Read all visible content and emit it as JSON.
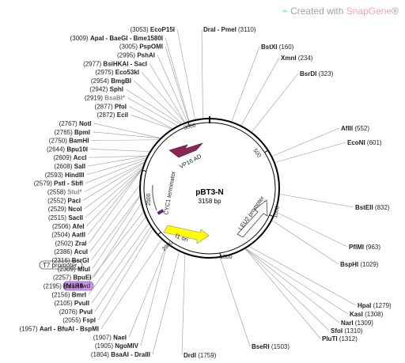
{
  "watermark": {
    "text": "Created with ",
    "brand": "SnapGene",
    "mark": "®"
  },
  "plasmid": {
    "name": "pBT3-N",
    "size": "3158 bp"
  },
  "ticks": [
    "500",
    "1000",
    "1500",
    "2000",
    "2500",
    "3000"
  ],
  "features": {
    "vp16": "VP16 AD",
    "cyc1": "CYC1 terminator",
    "f1": "f1 ori",
    "leu2": "LEU2 promoter"
  },
  "primers": {
    "t7": "T7 promoter",
    "m13": "M13 fwd"
  },
  "colors": {
    "vp16": "#8b2557",
    "f1": "#ffff00",
    "m13": "#c99ae6",
    "purple_box": "#5a2a82"
  },
  "sites_left": [
    {
      "pos": "(3053)",
      "name": "EcoP15I",
      "gray": false
    },
    {
      "pos": "(3009)",
      "name": "ApaI - BaeGI - Bme1580I",
      "gray": false
    },
    {
      "pos": "(3005)",
      "name": "PspOMI",
      "gray": false
    },
    {
      "pos": "(2995)",
      "name": "PshAI",
      "gray": false
    },
    {
      "pos": "(2977)",
      "name": "BsiHKAI - SacI",
      "gray": false
    },
    {
      "pos": "(2975)",
      "name": "Eco53kI",
      "gray": false
    },
    {
      "pos": "(2954)",
      "name": "BmgBI",
      "gray": false
    },
    {
      "pos": "(2942)",
      "name": "SphI",
      "gray": false
    },
    {
      "pos": "(2919)",
      "name": "BsaBI*",
      "gray": true
    },
    {
      "pos": "(2877)",
      "name": "PfoI",
      "gray": false
    },
    {
      "pos": "(2872)",
      "name": "EciI",
      "gray": false
    },
    {
      "pos": "(2767)",
      "name": "NotI",
      "gray": false
    },
    {
      "pos": "(2765)",
      "name": "BpmI",
      "gray": false
    },
    {
      "pos": "(2750)",
      "name": "BamHI",
      "gray": false
    },
    {
      "pos": "(2644)",
      "name": "Bpu10I",
      "gray": false
    },
    {
      "pos": "(2609)",
      "name": "AccI",
      "gray": false
    },
    {
      "pos": "(2608)",
      "name": "SalI",
      "gray": false
    },
    {
      "pos": "(2593)",
      "name": "HindIII",
      "gray": false
    },
    {
      "pos": "(2579)",
      "name": "PstI - SbfI",
      "gray": false
    },
    {
      "pos": "(2558)",
      "name": "StuI*",
      "gray": true
    },
    {
      "pos": "(2552)",
      "name": "PacI",
      "gray": false
    },
    {
      "pos": "(2529)",
      "name": "NcoI",
      "gray": false
    },
    {
      "pos": "(2515)",
      "name": "SacII",
      "gray": false
    },
    {
      "pos": "(2506)",
      "name": "AfeI",
      "gray": false
    },
    {
      "pos": "(2504)",
      "name": "AatII",
      "gray": false
    },
    {
      "pos": "(2502)",
      "name": "ZraI",
      "gray": false
    },
    {
      "pos": "(2386)",
      "name": "AcuI",
      "gray": false
    },
    {
      "pos": "(2316)",
      "name": "BsrGI",
      "gray": false
    },
    {
      "pos": "(2309)",
      "name": "MluI",
      "gray": false
    },
    {
      "pos": "(2257)",
      "name": "BpuEI",
      "gray": false
    },
    {
      "pos": "(2195)",
      "name": "BssHII",
      "gray": false
    },
    {
      "pos": "(2156)",
      "name": "BmrI",
      "gray": false
    },
    {
      "pos": "(2105)",
      "name": "PvuII",
      "gray": false
    },
    {
      "pos": "(2076)",
      "name": "PvuI",
      "gray": false
    },
    {
      "pos": "(2055)",
      "name": "FspI",
      "gray": false
    },
    {
      "pos": "(1957)",
      "name": "AarI - BfuAI - BspMI",
      "gray": false
    },
    {
      "pos": "(1907)",
      "name": "NaeI",
      "gray": false
    },
    {
      "pos": "(1905)",
      "name": "NgoMIV",
      "gray": false
    },
    {
      "pos": "(1804)",
      "name": "BsaAI - DraIII",
      "gray": false
    }
  ],
  "sites_right": [
    {
      "name": "DraI - PmeI",
      "pos": "(3110)"
    },
    {
      "name": "BstXI",
      "pos": "(160)"
    },
    {
      "name": "XmnI",
      "pos": "(234)"
    },
    {
      "name": "BsrDI",
      "pos": "(323)"
    },
    {
      "name": "AflII",
      "pos": "(552)"
    },
    {
      "name": "EcoNI",
      "pos": "(601)"
    },
    {
      "name": "BstEII",
      "pos": "(832)"
    },
    {
      "name": "PflMI",
      "pos": "(963)"
    },
    {
      "name": "BspHI",
      "pos": "(1029)"
    },
    {
      "name": "HpaI",
      "pos": "(1279)"
    },
    {
      "name": "KasI",
      "pos": "(1308)"
    },
    {
      "name": "NarI",
      "pos": "(1309)"
    },
    {
      "name": "SfoI",
      "pos": "(1310)"
    },
    {
      "name": "PluTI",
      "pos": "(1312)"
    },
    {
      "name": "BseRI",
      "pos": "(1503)"
    },
    {
      "name": "DrdI",
      "pos": "(1759)"
    }
  ]
}
